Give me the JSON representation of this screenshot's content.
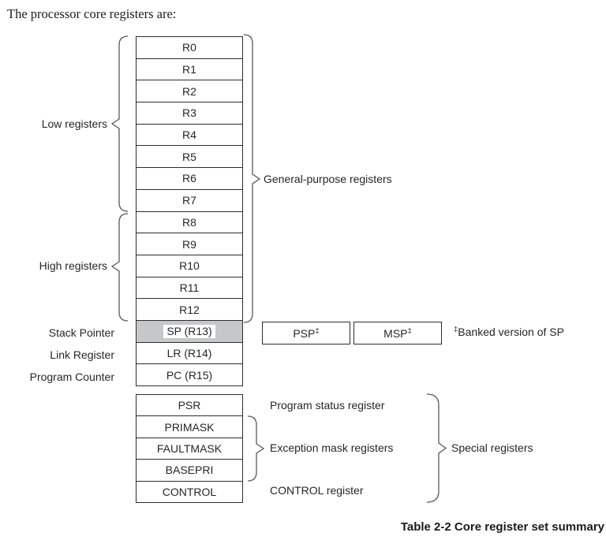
{
  "page": {
    "intro_text": "The processor core registers are:",
    "caption": "Table 2-2 Core register set summary"
  },
  "left_labels": {
    "low": "Low registers",
    "high": "High registers",
    "stack_pointer": "Stack Pointer",
    "link_register": "Link Register",
    "program_counter": "Program Counter"
  },
  "core_stack": {
    "rows": [
      {
        "label": "R0"
      },
      {
        "label": "R1"
      },
      {
        "label": "R2"
      },
      {
        "label": "R3"
      },
      {
        "label": "R4"
      },
      {
        "label": "R5"
      },
      {
        "label": "R6"
      },
      {
        "label": "R7"
      },
      {
        "label": "R8"
      },
      {
        "label": "R9"
      },
      {
        "label": "R10"
      },
      {
        "label": "R11"
      },
      {
        "label": "R12"
      },
      {
        "label": "SP (R13)",
        "shaded": true
      },
      {
        "label": "LR (R14)"
      },
      {
        "label": "PC (R15)"
      }
    ]
  },
  "special_stack": {
    "rows": [
      {
        "label": "PSR"
      },
      {
        "label": "PRIMASK"
      },
      {
        "label": "FAULTMASK"
      },
      {
        "label": "BASEPRI"
      },
      {
        "label": "CONTROL"
      }
    ]
  },
  "banked": {
    "psp_label": "PSP",
    "msp_label": "MSP",
    "dagger": "‡",
    "note_symbol": "‡",
    "note_text": "Banked version of SP"
  },
  "annotations": {
    "general_purpose": "General-purpose registers",
    "program_status": "Program status register",
    "exception_mask": "Exception mask registers",
    "control": "CONTROL register",
    "special": "Special registers"
  },
  "colors": {
    "box_line": "#2d2d2d",
    "brace_line": "#58595b",
    "shaded_row": "#c6c7c9",
    "text": "#262626"
  }
}
